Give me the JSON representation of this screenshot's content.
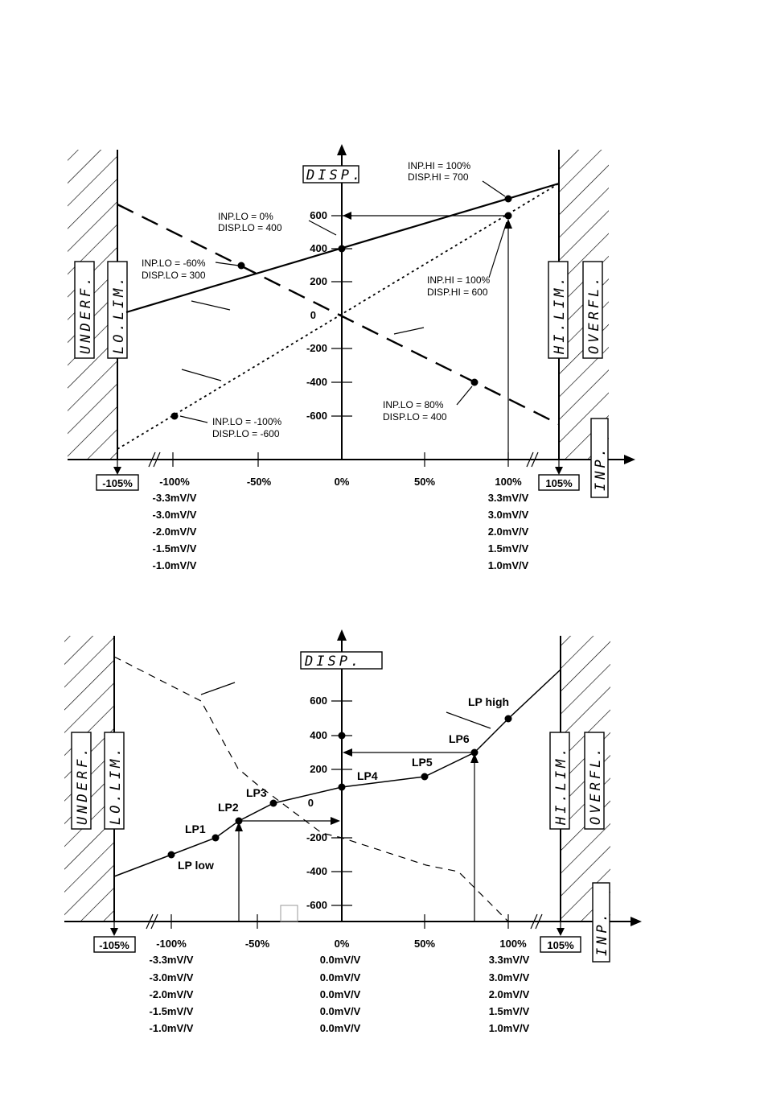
{
  "diagram1": {
    "disp_label": "DISP.",
    "inp_label": "INP.",
    "underflow_label": "UNDERF.",
    "lolim_label": "LO.LIM.",
    "hilim_label": "HI.LIM.",
    "overflow_label": "OVERFL.",
    "y_ticks": [
      "600",
      "400",
      "200",
      "0",
      "-200",
      "-400",
      "-600"
    ],
    "x_ticks": [
      "-100%",
      "-50%",
      "0%",
      "50%",
      "100%"
    ],
    "left_limit": "-105%",
    "right_limit": "105%",
    "left_sensitivities": [
      "-3.3mV/V",
      "-3.0mV/V",
      "-2.0mV/V",
      "-1.5mV/V",
      "-1.0mV/V"
    ],
    "right_sensitivities": [
      "3.3mV/V",
      "3.0mV/V",
      "2.0mV/V",
      "1.5mV/V",
      "1.0mV/V"
    ],
    "annotations": {
      "hi700_line1": "INP.HI = 100%",
      "hi700_line2": "DISP.HI = 700",
      "lo400_line1": "INP.LO = 0%",
      "lo400_line2": "DISP.LO = 400",
      "lo300_line1": "INP.LO = -60%",
      "lo300_line2": "DISP.LO = 300",
      "hi600_line1": "INP.HI = 100%",
      "hi600_line2": "DISP.HI = 600",
      "lo80_line1": "INP.LO = 80%",
      "lo80_line2": "DISP.LO = 400",
      "lom600_line1": "INP.LO = -100%",
      "lom600_line2": "DISP.LO = -600"
    }
  },
  "diagram2": {
    "disp_label": "DISP.",
    "inp_label": "INP.",
    "underflow_label": "UNDERF.",
    "lolim_label": "LO.LIM.",
    "hilim_label": "HI.LIM.",
    "overflow_label": "OVERFL.",
    "y_ticks": [
      "600",
      "400",
      "200",
      "0",
      "-200",
      "-400",
      "-600"
    ],
    "x_ticks": [
      "-100%",
      "-50%",
      "0%",
      "50%",
      "100%"
    ],
    "left_limit": "-105%",
    "right_limit": "105%",
    "left_sensitivities": [
      "-3.3mV/V",
      "-3.0mV/V",
      "-2.0mV/V",
      "-1.5mV/V",
      "-1.0mV/V"
    ],
    "center_sensitivities": [
      "0.0mV/V",
      "0.0mV/V",
      "0.0mV/V",
      "0.0mV/V",
      "0.0mV/V"
    ],
    "right_sensitivities": [
      "3.3mV/V",
      "3.0mV/V",
      "2.0mV/V",
      "1.5mV/V",
      "1.0mV/V"
    ],
    "points": [
      "LP low",
      "LP1",
      "LP2",
      "LP3",
      "LP4",
      "LP5",
      "LP6",
      "LP high"
    ]
  }
}
